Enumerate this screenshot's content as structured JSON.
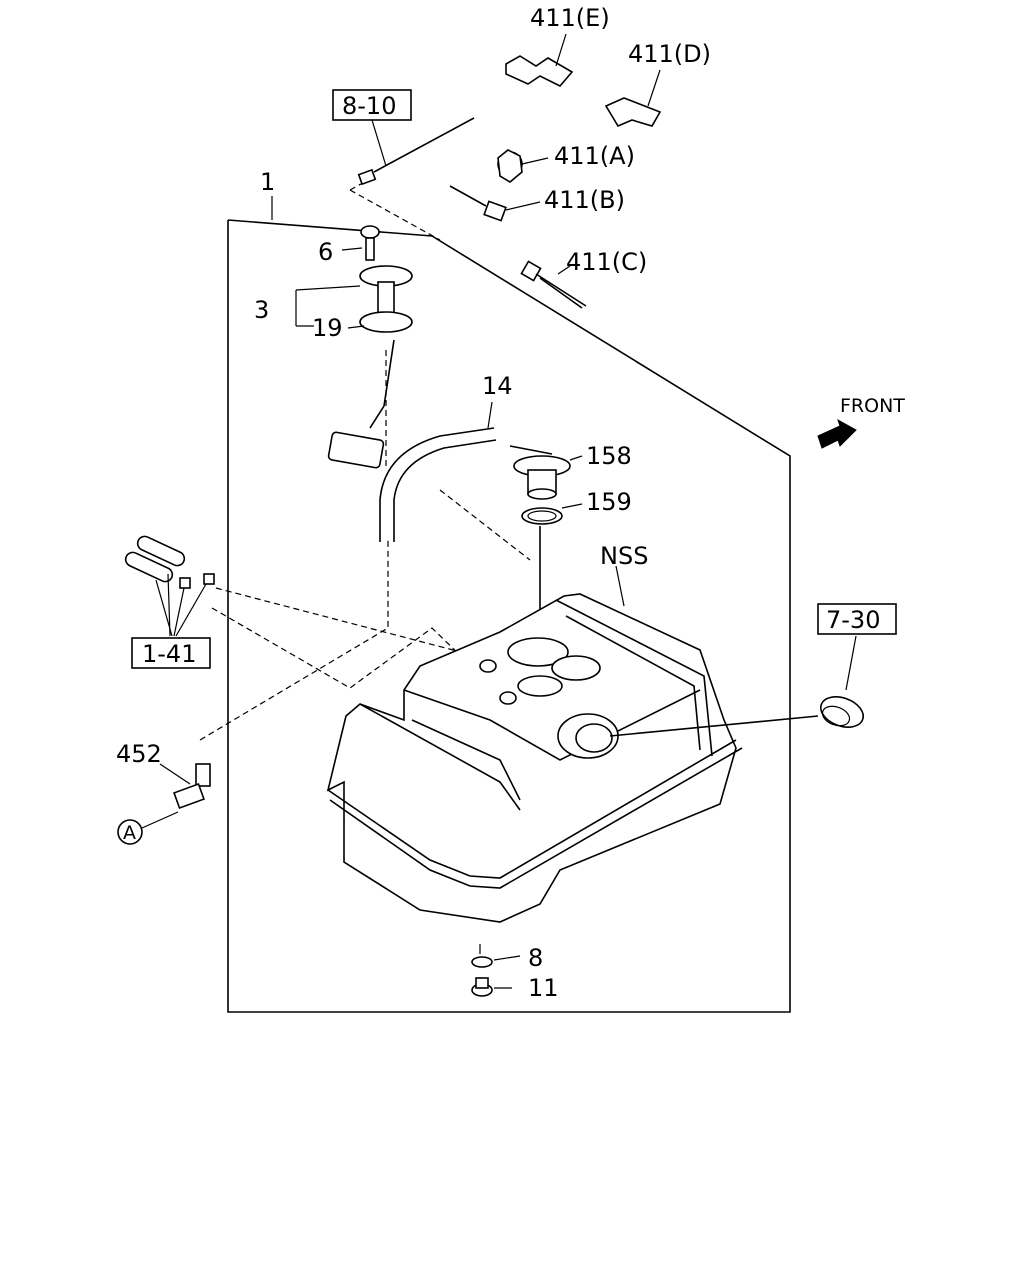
{
  "labels": {
    "assembly": "1",
    "ref_8_10": "8-10",
    "ref_1_41": "1-41",
    "ref_7_30": "7-30",
    "clip_e": "411(E)",
    "clip_d": "411(D)",
    "clip_a": "411(A)",
    "clip_b": "411(B)",
    "clip_c": "411(C)",
    "screw": "6",
    "sender": "3",
    "gasket_19": "19",
    "hose": "14",
    "part_158": "158",
    "ring_159": "159",
    "nss": "NSS",
    "front": "FRONT",
    "connector_452": "452",
    "callout_a": "A",
    "washer": "8",
    "plug": "11"
  }
}
